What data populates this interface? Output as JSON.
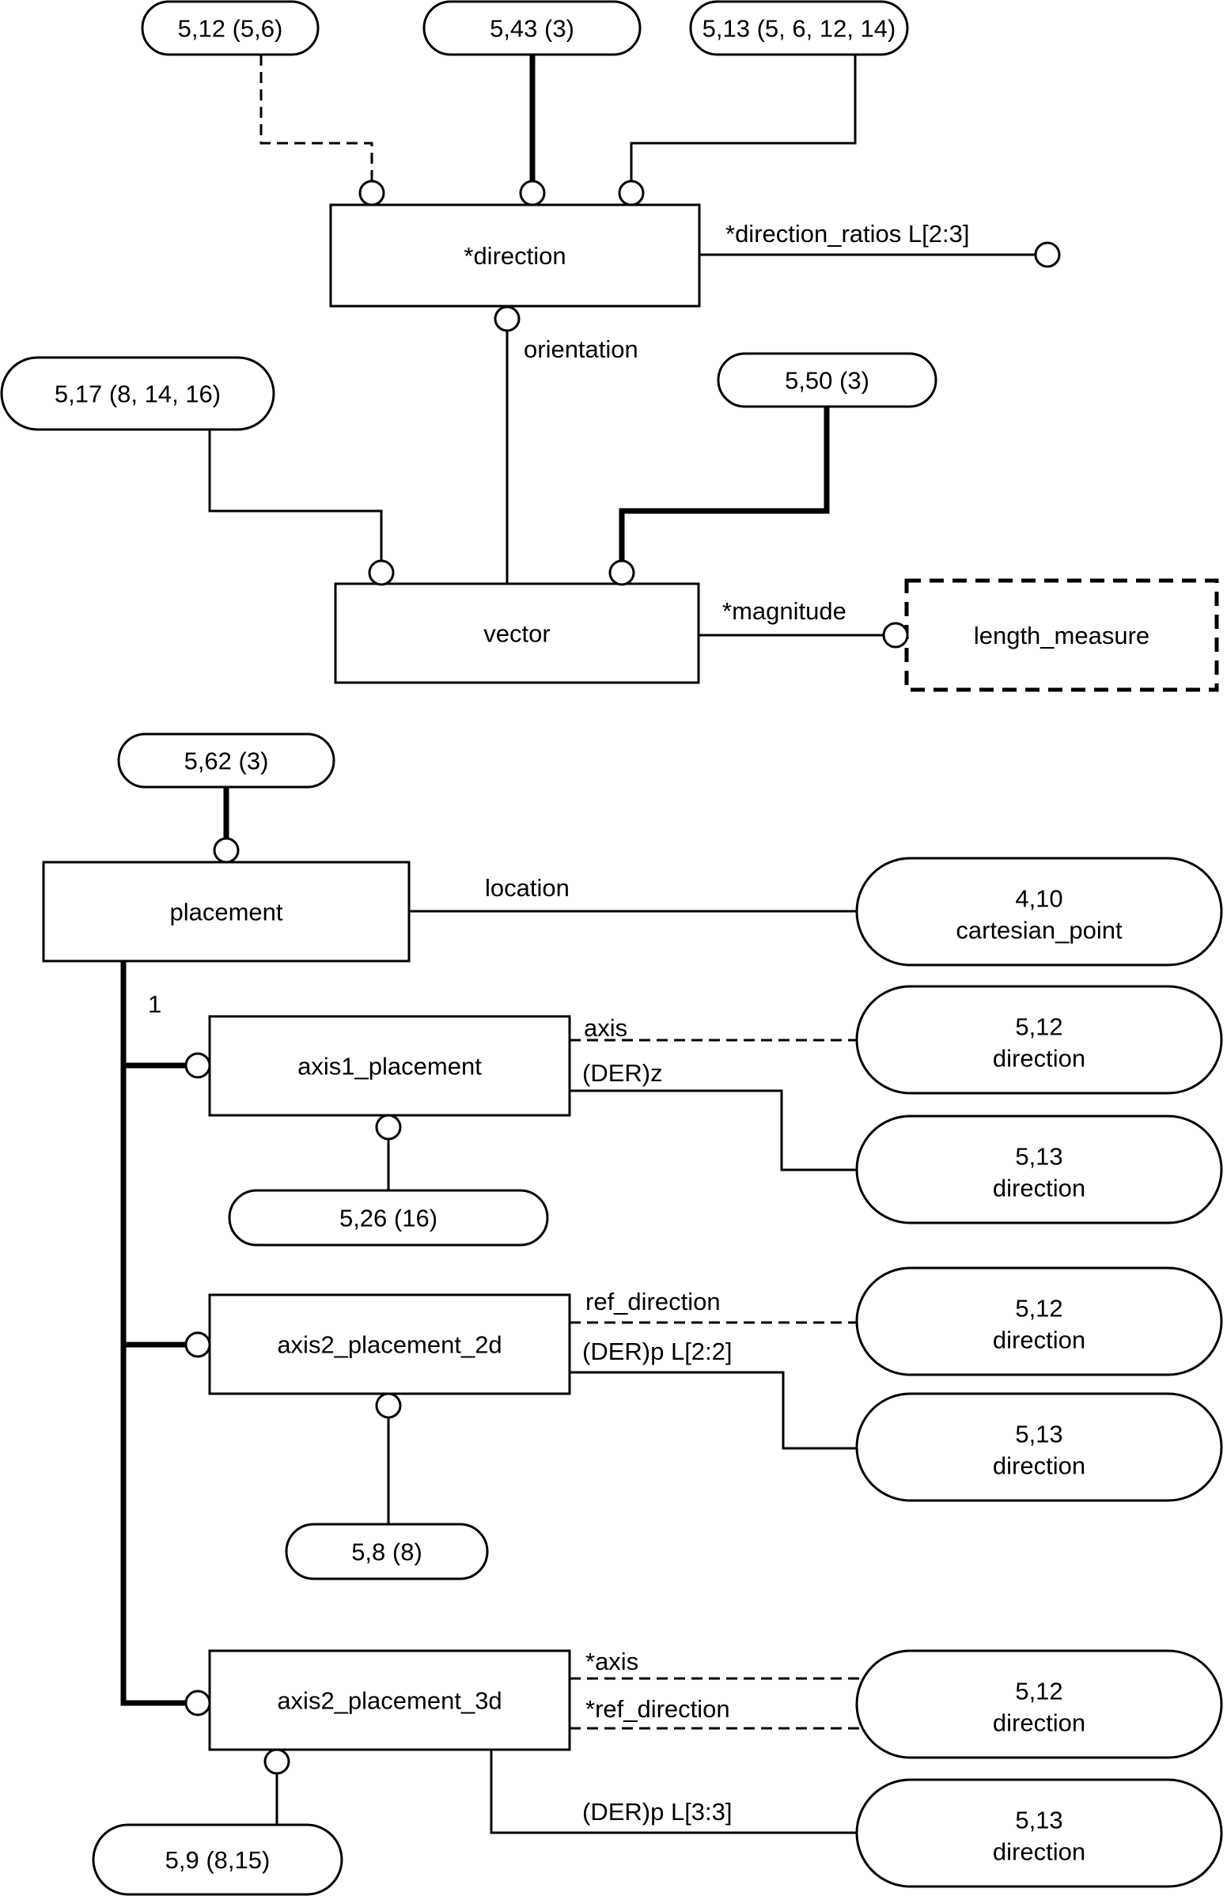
{
  "diagram": {
    "title": "EXPRESS-G diagram: direction, vector, placement and axis placements",
    "line_color": "#000000",
    "background": "#ffffff"
  },
  "entities": {
    "direction": {
      "label": "*direction"
    },
    "vector": {
      "label": "vector"
    },
    "length_measure": {
      "label": "length_measure"
    },
    "placement": {
      "label": "placement"
    },
    "axis1_placement": {
      "label": "axis1_placement"
    },
    "axis2_placement_2d": {
      "label": "axis2_placement_2d"
    },
    "axis2_placement_3d": {
      "label": "axis2_placement_3d"
    }
  },
  "page_refs": {
    "r512_top": {
      "line1": "5,12 (5,6)"
    },
    "r543": {
      "line1": "5,43 (3)"
    },
    "r513_top": {
      "line1": "5,13 (5, 6, 12, 14)"
    },
    "r517": {
      "line1": "5,17 (8, 14, 16)"
    },
    "r550": {
      "line1": "5,50 (3)"
    },
    "r562": {
      "line1": "5,62 (3)"
    },
    "r410": {
      "line1": "4,10",
      "line2": "cartesian_point"
    },
    "r512_a1": {
      "line1": "5,12",
      "line2": "direction"
    },
    "r513_a1": {
      "line1": "5,13",
      "line2": "direction"
    },
    "r526": {
      "line1": "5,26 (16)"
    },
    "r512_a2": {
      "line1": "5,12",
      "line2": "direction"
    },
    "r513_a2": {
      "line1": "5,13",
      "line2": "direction"
    },
    "r58": {
      "line1": "5,8 (8)"
    },
    "r512_a3": {
      "line1": "5,12",
      "line2": "direction"
    },
    "r513_a3": {
      "line1": "5,13",
      "line2": "direction"
    },
    "r59": {
      "line1": "5,9 (8,15)"
    }
  },
  "relationships": {
    "direction_ratios": {
      "label": "*direction_ratios L[2:3]",
      "style": "normal"
    },
    "orientation": {
      "label": "orientation",
      "style": "normal"
    },
    "magnitude": {
      "label": "*magnitude",
      "style": "normal"
    },
    "location": {
      "label": "location",
      "style": "normal"
    },
    "subtype_one": {
      "label": "1",
      "style": "supertype"
    },
    "a1_axis": {
      "label": "axis",
      "style": "optional"
    },
    "a1_z": {
      "label": "(DER)z",
      "style": "normal"
    },
    "a2_ref_direction": {
      "label": "ref_direction",
      "style": "optional"
    },
    "a2_p": {
      "label": "(DER)p L[2:2]",
      "style": "normal"
    },
    "a3_axis": {
      "label": "*axis",
      "style": "optional"
    },
    "a3_ref_direction": {
      "label": "*ref_direction",
      "style": "optional"
    },
    "a3_p": {
      "label": "(DER)p L[3:3]",
      "style": "normal"
    }
  }
}
